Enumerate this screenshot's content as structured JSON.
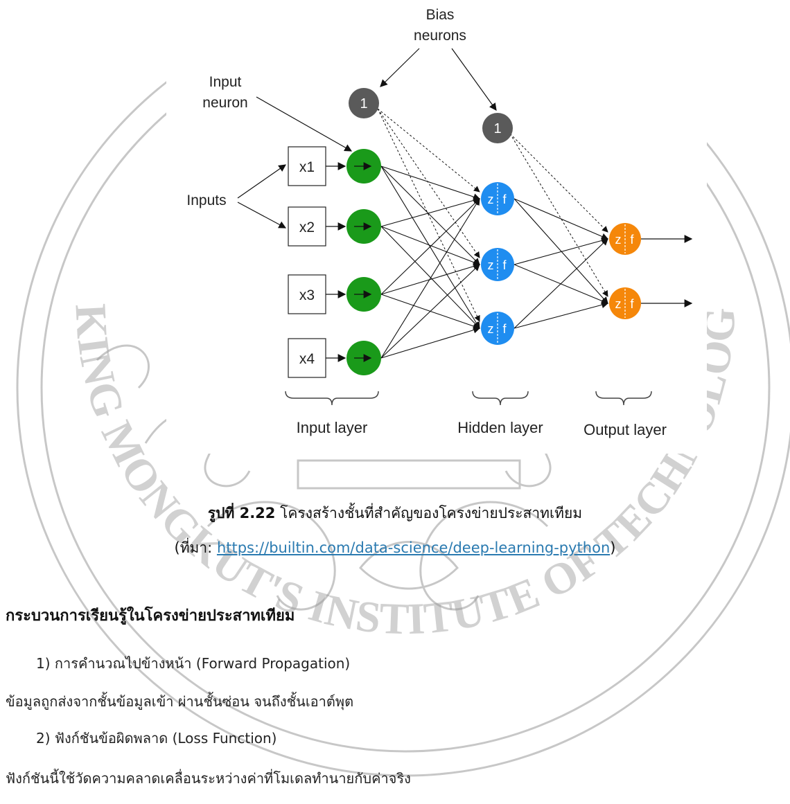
{
  "watermark": {
    "seal_text": "KING MONGKUT'S INSTITUTE OF TECHNOLOGY LADKRABANG",
    "color": "#9a9a9a"
  },
  "diagram": {
    "bias_label": "Bias\nneurons",
    "input_neuron_label": "Input\nneuron",
    "inputs_label": "Inputs",
    "inputs": [
      "x1",
      "x2",
      "x3",
      "x4"
    ],
    "bias_value": "1",
    "neuron_z": "z",
    "neuron_f": "f",
    "layer_labels": [
      "Input layer",
      "Hidden layer",
      "Output layer"
    ],
    "colors": {
      "input_neuron": "#1a9a1a",
      "hidden_neuron": "#1f8df0",
      "output_neuron": "#f5870a",
      "bias_neuron": "#5a5a5a"
    }
  },
  "caption": {
    "number": "รูปที่ 2.22",
    "text": "โครงสร้างชั้นที่สำคัญของโครงข่ายประสาทเทียม",
    "source_prefix": "(ที่มา: ",
    "source_link": "https://builtin.com/data-science/deep-learning-python",
    "source_suffix": ")"
  },
  "section": {
    "heading": "กระบวนการเรียนรู้ในโครงข่ายประสาทเทียม",
    "item1": "1)  การคำนวณไปข้างหน้า (Forward Propagation)",
    "desc1": "ข้อมูลถูกส่งจากชั้นข้อมูลเข้า ผ่านชั้นซ่อน จนถึงชั้นเอาต์พุต",
    "item2": "2)  ฟังก์ชันข้อผิดพลาด (Loss Function)",
    "cut_line": "ฟังก์ชันนี้ใช้วัดความคลาดเคลื่อนระหว่างค่าที่โมเดลทำนายกับค่าจริง"
  }
}
